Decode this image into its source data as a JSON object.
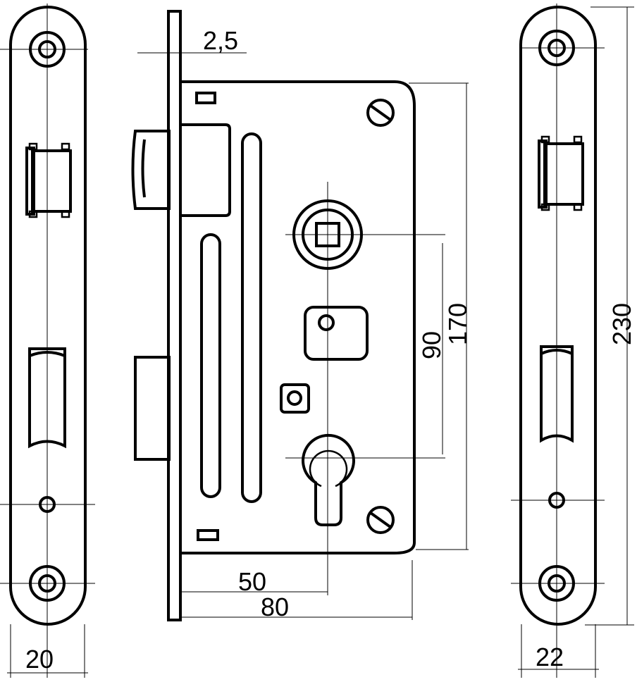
{
  "title": "Mortise lock technical drawing",
  "dimensions": {
    "faceplate_thickness": "2,5",
    "backset": "50",
    "case_depth": "80",
    "center_distance": "90",
    "case_height": "170",
    "faceplate_height": "230",
    "left_faceplate_width": "20",
    "right_faceplate_width": "22"
  },
  "colors": {
    "line": "#000000",
    "background": "#ffffff"
  }
}
